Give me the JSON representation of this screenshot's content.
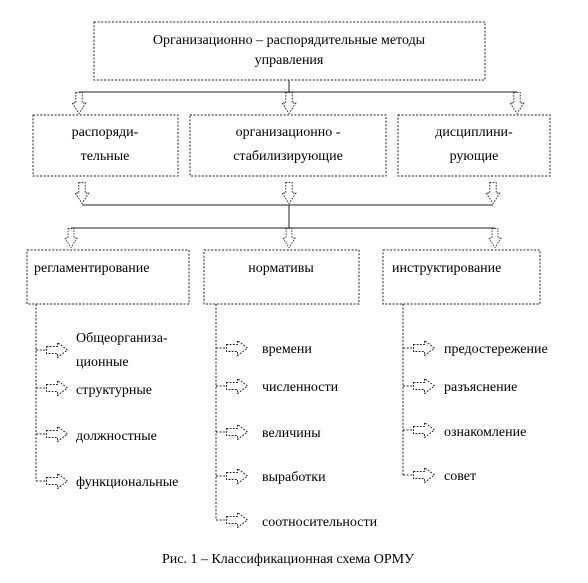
{
  "root": {
    "line1": "Организационно – распорядительные методы",
    "line2": "управления"
  },
  "level2": {
    "left": {
      "line1": "распоряди-",
      "line2": "тельные"
    },
    "middle": {
      "line1": "организационно -",
      "line2": "стабилизирующие"
    },
    "right": {
      "line1": "дисциплини-",
      "line2": "рующие"
    }
  },
  "level3": {
    "left": {
      "label": "регламентирование"
    },
    "middle": {
      "label": "нормативы"
    },
    "right": {
      "label": "инструктирование"
    }
  },
  "leaves": {
    "left": [
      {
        "line1": "Общеорганиза-",
        "line2": "ционные"
      },
      {
        "line1": "структурные"
      },
      {
        "line1": "должностные"
      },
      {
        "line1": "функциональные"
      }
    ],
    "middle": [
      {
        "line1": "времени"
      },
      {
        "line1": "численности"
      },
      {
        "line1": "величины"
      },
      {
        "line1": "выработки"
      },
      {
        "line1": "соотносительности"
      }
    ],
    "right": [
      {
        "line1": "предостережение"
      },
      {
        "line1": "разъяснение"
      },
      {
        "line1": "ознакомление"
      },
      {
        "line1": "совет"
      }
    ]
  },
  "caption": "Рис. 1 – Классификационная схема ОРМУ"
}
